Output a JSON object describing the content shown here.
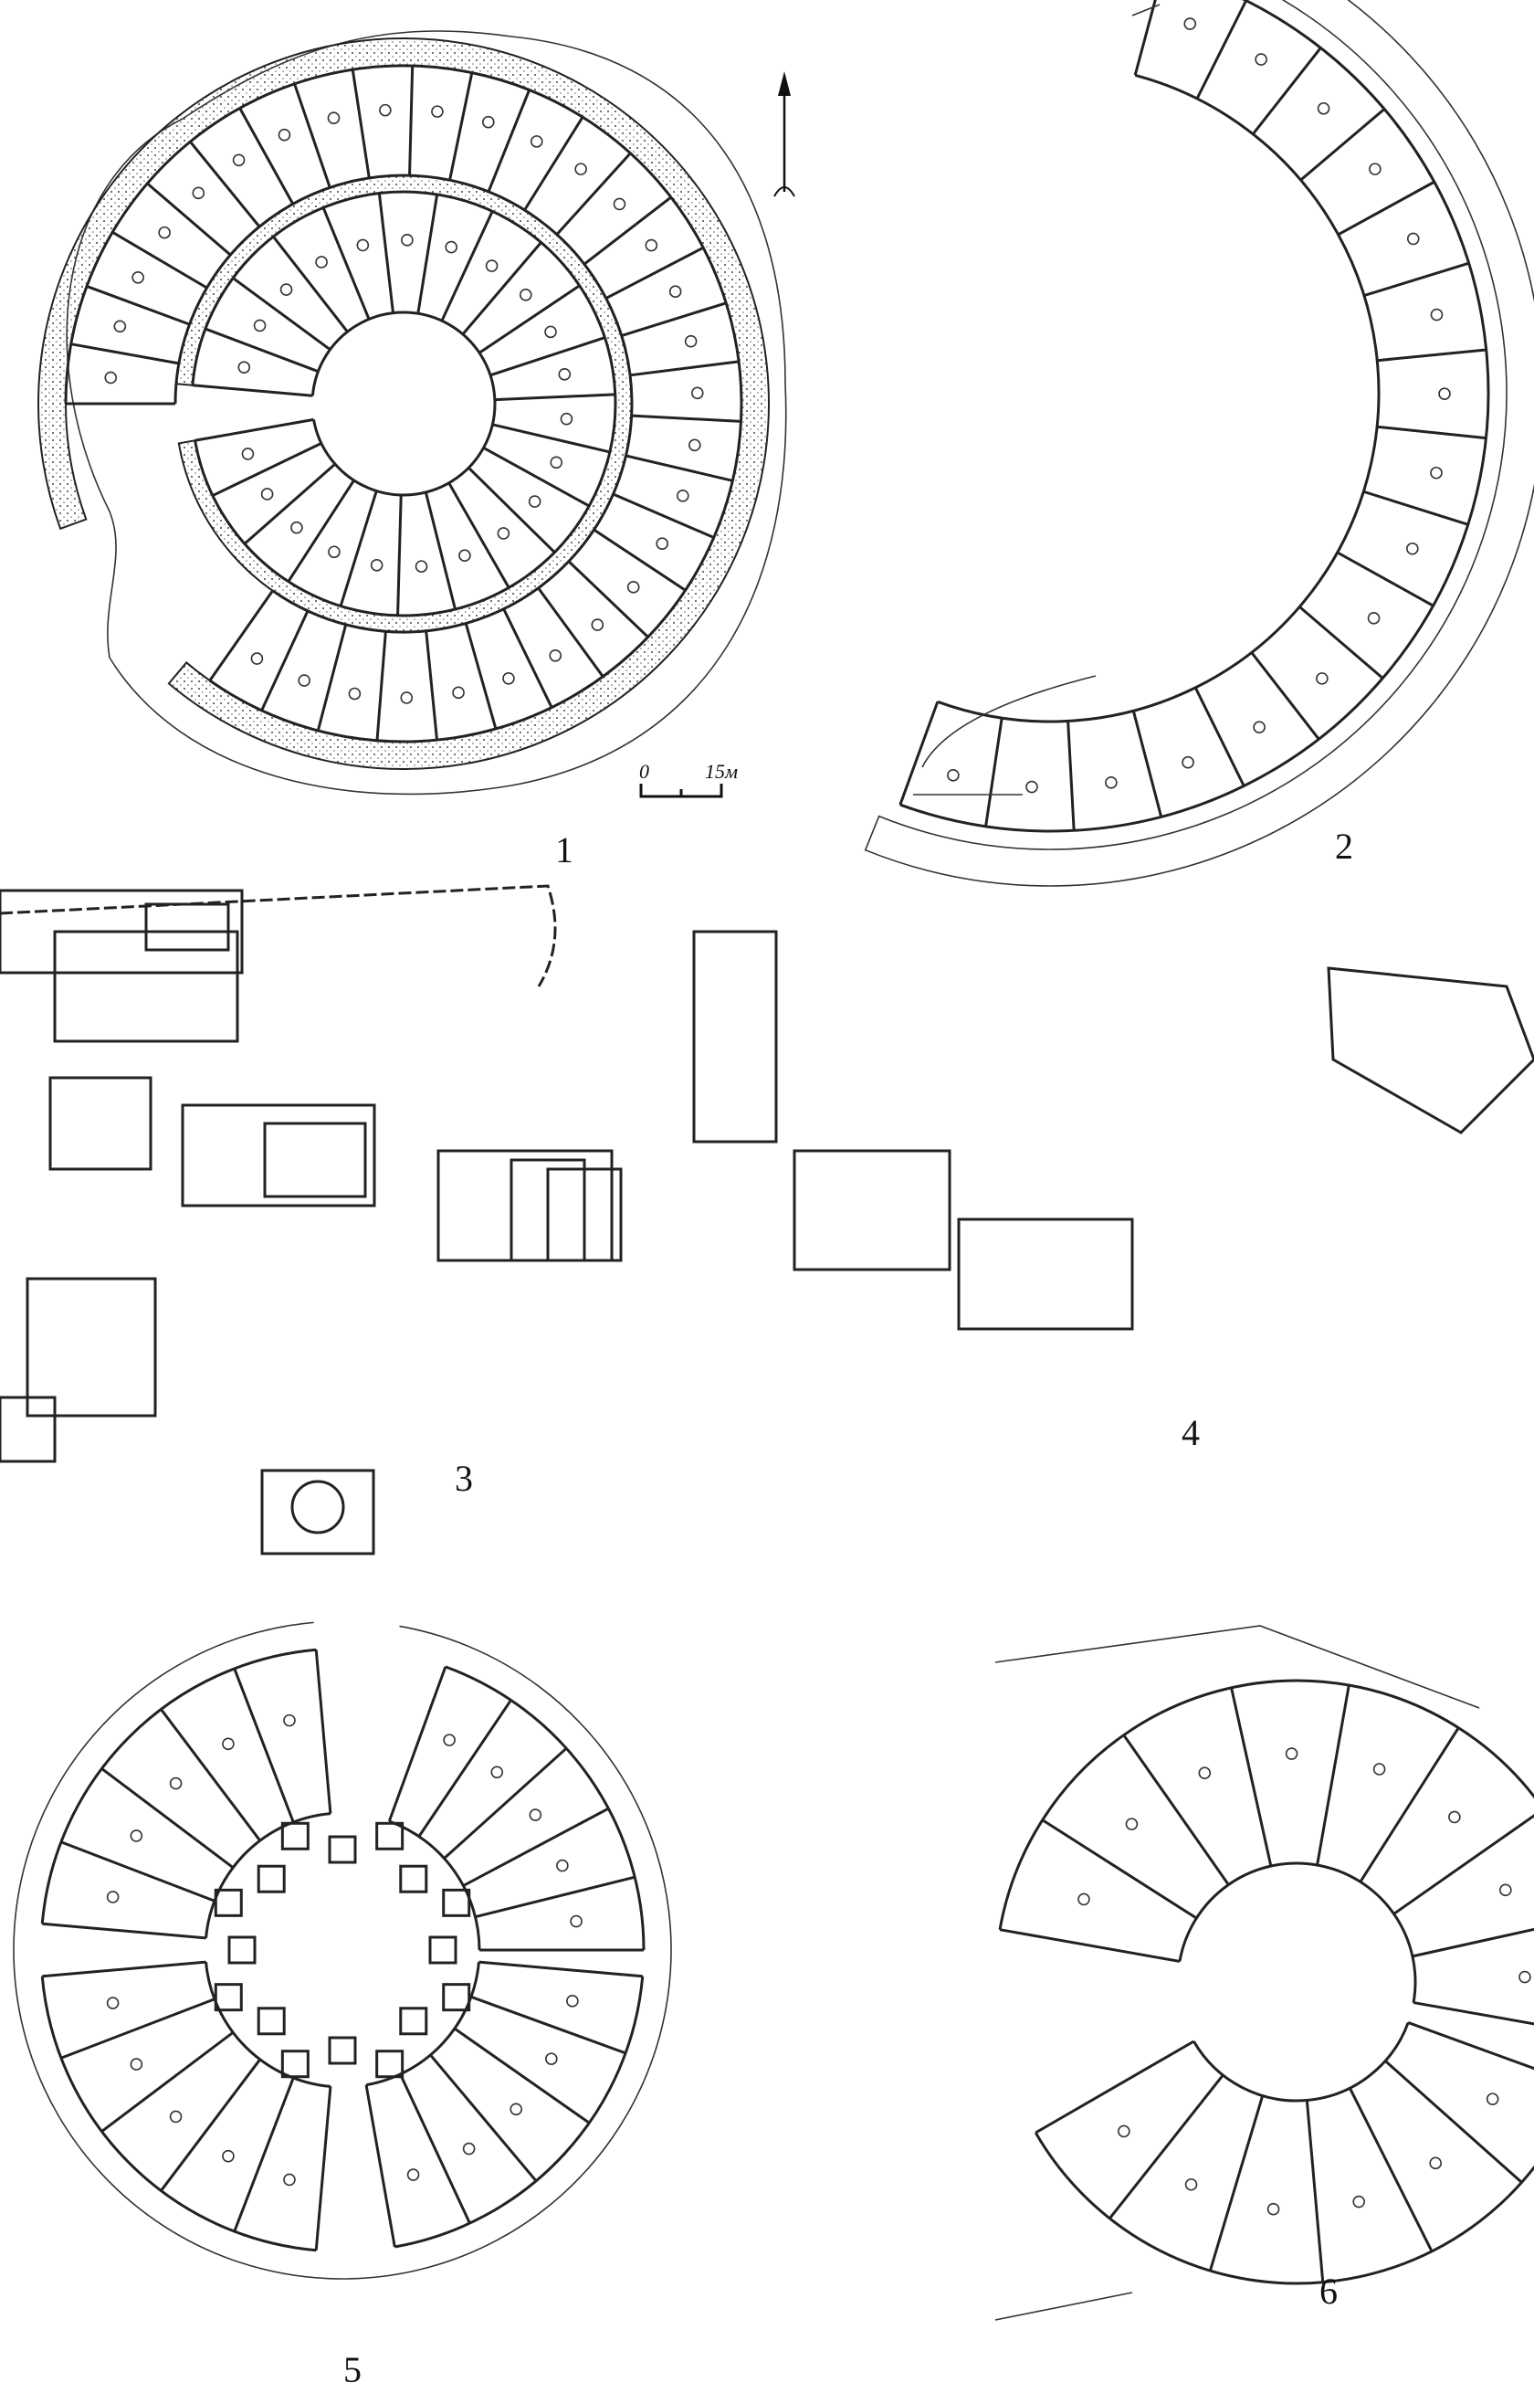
{
  "figure": {
    "plans": [
      {
        "id": "plan-1",
        "label": "1"
      },
      {
        "id": "plan-2",
        "label": "2"
      },
      {
        "id": "plan-3",
        "label": "3"
      },
      {
        "id": "plan-4",
        "label": "4"
      },
      {
        "id": "plan-5",
        "label": "5"
      },
      {
        "id": "plan-6",
        "label": "6"
      }
    ],
    "scale_bar": {
      "start_label": "0",
      "end_label": "15м"
    },
    "north_arrow": {
      "icon": "north-arrow-icon"
    }
  }
}
